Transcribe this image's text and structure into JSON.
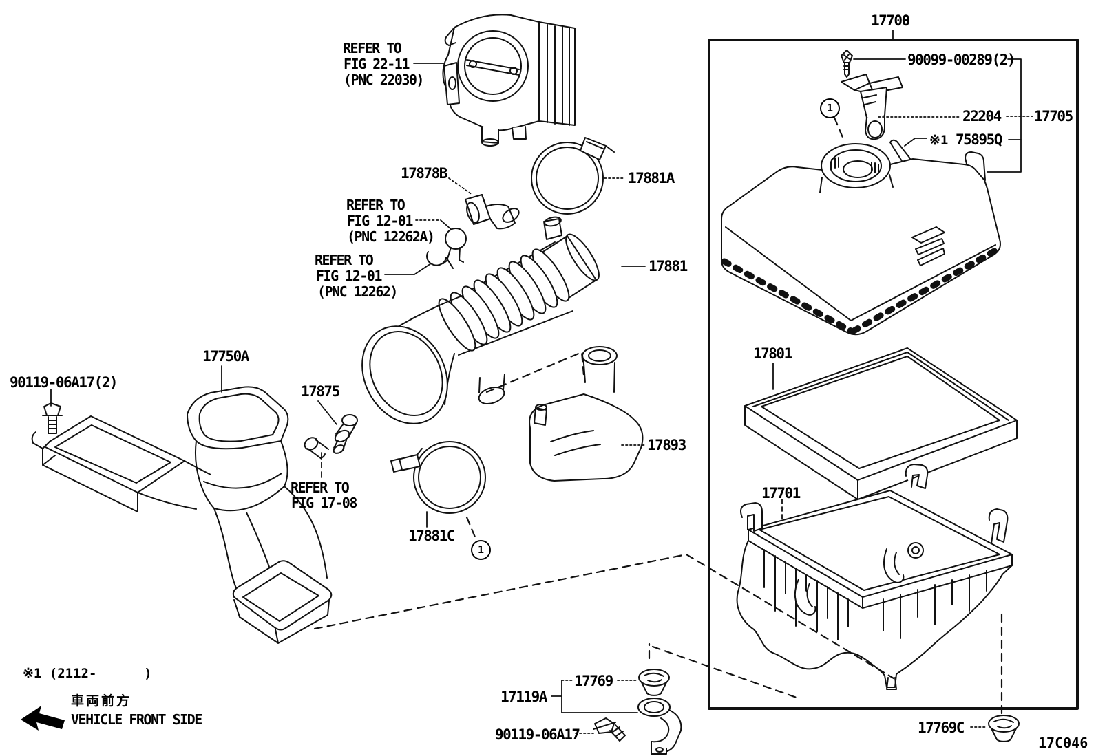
{
  "figure": {
    "code": "17C046",
    "applicability_note": "※1 (2112-      )",
    "vehicle_front_jp": "車両前方",
    "vehicle_front_en": "VEHICLE FRONT SIDE",
    "callout_1": "1"
  },
  "parts": {
    "p17700": "17700",
    "p90099": "90099-00289(2)",
    "p22204": "22204",
    "p17705": "17705",
    "p75895Q_note": "※1",
    "p75895Q": "75895Q",
    "p17801": "17801",
    "p17701": "17701",
    "p17769": "17769",
    "p17119A": "17119A",
    "p90119_bracket": "90119-06A17",
    "p17769C": "17769C",
    "p17750A": "17750A",
    "p90119_duct": "90119-06A17(2)",
    "p17875": "17875",
    "p17881": "17881",
    "p17881A": "17881A",
    "p17881C": "17881C",
    "p17878B": "17878B",
    "p17893": "17893"
  },
  "references": {
    "fig_22_11": {
      "line1": "REFER TO",
      "line2": "FIG 22-11",
      "line3": "(PNC 22030)"
    },
    "fig_12_01_a": {
      "line1": "REFER TO",
      "line2": "FIG 12-01",
      "line3": "(PNC 12262A)"
    },
    "fig_12_01_b": {
      "line1": "REFER TO",
      "line2": "FIG 12-01",
      "line3": "(PNC 12262)"
    },
    "fig_17_08": {
      "line1": "REFER TO",
      "line2": "FIG 17-08"
    }
  }
}
